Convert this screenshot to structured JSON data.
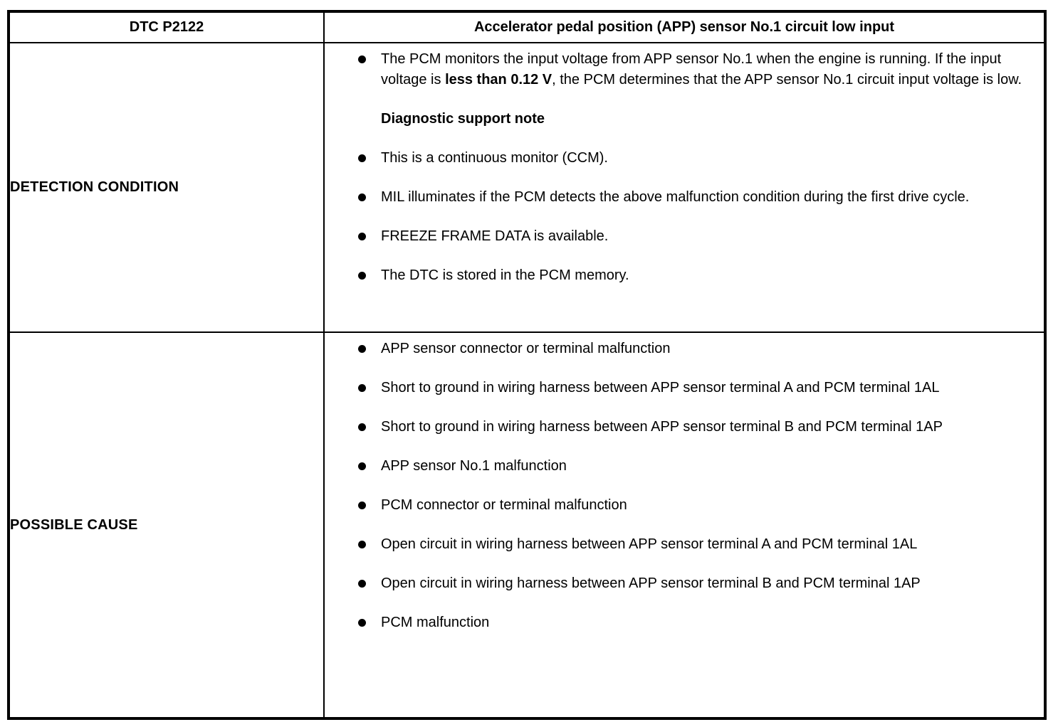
{
  "table": {
    "header": {
      "dtc_code": "DTC P2122",
      "title": "Accelerator pedal position (APP) sensor No.1 circuit low input"
    },
    "rows": [
      {
        "label": "DETECTION CONDITION",
        "items": [
          {
            "type": "bullet",
            "segments": [
              {
                "text": "The PCM monitors the input voltage from APP sensor No.1 when the engine is running. If the input voltage is "
              },
              {
                "text": "less than 0.12 V",
                "bold": true
              },
              {
                "text": ", the PCM determines that the APP sensor No.1 circuit input voltage is low."
              }
            ]
          },
          {
            "type": "heading",
            "text": "Diagnostic support note"
          },
          {
            "type": "bullet",
            "text": "This is a continuous monitor (CCM)."
          },
          {
            "type": "bullet",
            "text": "MIL illuminates if the PCM detects the above malfunction condition during the first drive cycle."
          },
          {
            "type": "bullet",
            "text": "FREEZE FRAME DATA is available."
          },
          {
            "type": "bullet",
            "text": "The DTC is stored in the PCM memory."
          }
        ]
      },
      {
        "label": "POSSIBLE CAUSE",
        "items": [
          {
            "type": "bullet",
            "text": "APP sensor connector or terminal malfunction"
          },
          {
            "type": "bullet",
            "text": "Short to ground in wiring harness between APP sensor terminal A and PCM terminal 1AL"
          },
          {
            "type": "bullet",
            "text": "Short to ground in wiring harness between APP sensor terminal B and PCM terminal 1AP"
          },
          {
            "type": "bullet",
            "text": "APP sensor No.1 malfunction"
          },
          {
            "type": "bullet",
            "text": "PCM connector or terminal malfunction"
          },
          {
            "type": "bullet",
            "text": "Open circuit in wiring harness between APP sensor terminal A and PCM terminal 1AL"
          },
          {
            "type": "bullet",
            "text": "Open circuit in wiring harness between APP sensor terminal B and PCM terminal 1AP"
          },
          {
            "type": "bullet",
            "text": "PCM malfunction"
          }
        ]
      }
    ]
  }
}
